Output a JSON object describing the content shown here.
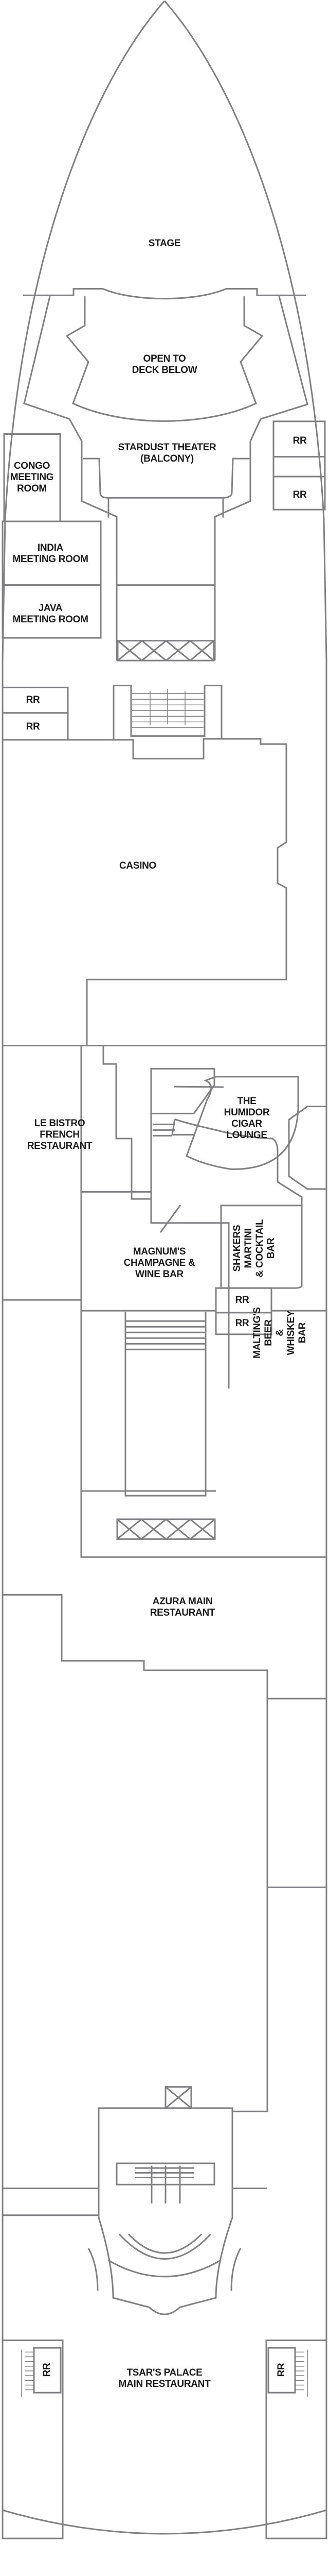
{
  "deck_plan": {
    "colors": {
      "wall": "#808083",
      "text": "#1a1a1a",
      "background": "#ffffff"
    },
    "venues": {
      "stage": "STAGE",
      "open_to_deck_below": "OPEN TO\nDECK BELOW",
      "stardust_theater": "STARDUST THEATER\n(BALCONY)",
      "congo": "CONGO\nMEETING\nROOM",
      "india": "INDIA\nMEETING ROOM",
      "java": "JAVA\nMEETING ROOM",
      "casino": "CASINO",
      "le_bistro": "LE BISTRO\nFRENCH\nRESTAURANT",
      "humidor": "THE\nHUMIDOR\nCIGAR\nLOUNGE",
      "magnums": "MAGNUM'S\nCHAMPAGNE &\nWINE BAR",
      "shakers": "SHAKERS MARTINI\n& COCKTAIL BAR",
      "maltings": "MALTING'S BEER\n& WHISKEY BAR",
      "azura": "AZURA MAIN\nRESTAURANT",
      "tsars_palace": "TSAR'S PALACE\nMAIN RESTAURANT"
    },
    "restrooms": [
      "RR",
      "RR",
      "RR",
      "RR",
      "RR",
      "RR",
      "RR",
      "RR"
    ]
  }
}
